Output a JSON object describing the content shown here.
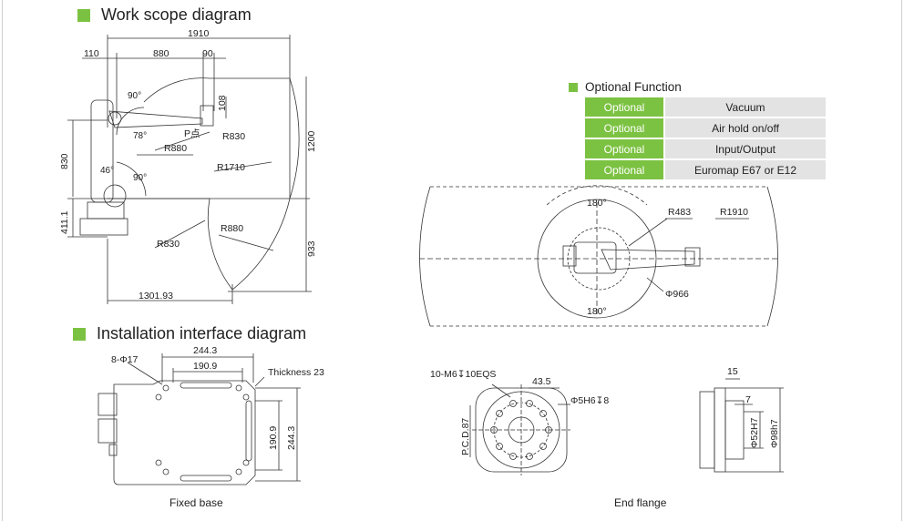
{
  "sections": {
    "work_scope_title": "Work scope diagram",
    "install_title": "Installation interface diagram"
  },
  "work_scope": {
    "dim_total_width": "1910",
    "dim_left": "110",
    "dim_arm": "880",
    "dim_right": "90",
    "dim_108": "108",
    "dim_830_h": "830",
    "dim_1200": "1200",
    "dim_933": "933",
    "dim_411": "411.1",
    "dim_bottom": "1301.93",
    "angle_90a": "90°",
    "angle_78": "78°",
    "angle_46": "46°",
    "angle_90b": "90°",
    "label_p": "P点",
    "r_830_top": "R830",
    "r_880_top": "R880",
    "r_1710": "R1710",
    "r_880_bot": "R880",
    "r_830_bot": "R830"
  },
  "optional_function": {
    "title": "Optional Function",
    "rows": [
      {
        "tag": "Optional",
        "value": "Vacuum"
      },
      {
        "tag": "Optional",
        "value": "Air hold on/off"
      },
      {
        "tag": "Optional",
        "value": "Input/Output"
      },
      {
        "tag": "Optional",
        "value": "Euromap E67 or E12"
      }
    ]
  },
  "top_view": {
    "angle_top": "180°",
    "angle_bottom": "180°",
    "r_483": "R483",
    "r_1910": "R1910",
    "d_966": "Φ966"
  },
  "fixed_base": {
    "holes": "8-Φ17",
    "w_244": "244.3",
    "w_190": "190.9",
    "thickness": "Thickness 23",
    "h_190": "190.9",
    "h_244": "244.3",
    "caption": "Fixed base"
  },
  "end_flange": {
    "thread": "10-M6↧10EQS",
    "d_43": "43.5",
    "pin": "Φ5H6↧8",
    "pcd": "P.C.D.87",
    "s_15": "15",
    "s_7": "7",
    "d_52": "Φ52H7",
    "d_98": "Φ98h7",
    "caption": "End flange"
  },
  "colors": {
    "accent": "#7cc242",
    "table_bg": "#e3e3e3",
    "line": "#333333"
  }
}
